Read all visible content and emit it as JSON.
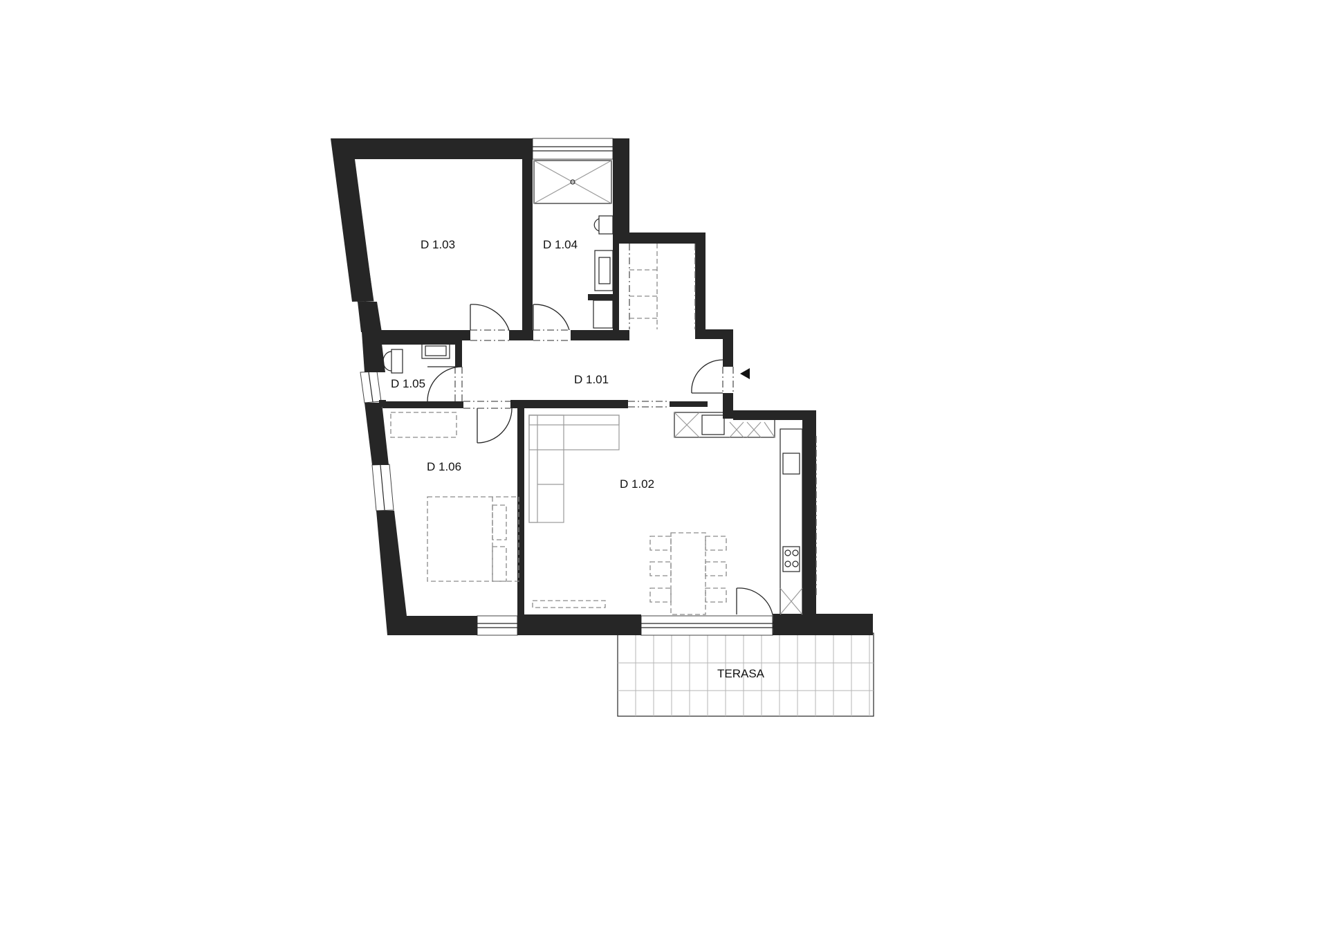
{
  "rooms": [
    {
      "id": "r103",
      "label": "D 1.03"
    },
    {
      "id": "r104",
      "label": "D 1.04"
    },
    {
      "id": "r101",
      "label": "D 1.01"
    },
    {
      "id": "r105",
      "label": "D 1.05"
    },
    {
      "id": "r106",
      "label": "D 1.06"
    },
    {
      "id": "r102",
      "label": "D 1.02"
    },
    {
      "id": "terasa",
      "label": "TERASA"
    }
  ],
  "colors": {
    "wall": "#262626",
    "background": "#ffffff",
    "furniture": "#9a9a9a"
  },
  "icons": [
    "entrance-arrow-icon"
  ]
}
